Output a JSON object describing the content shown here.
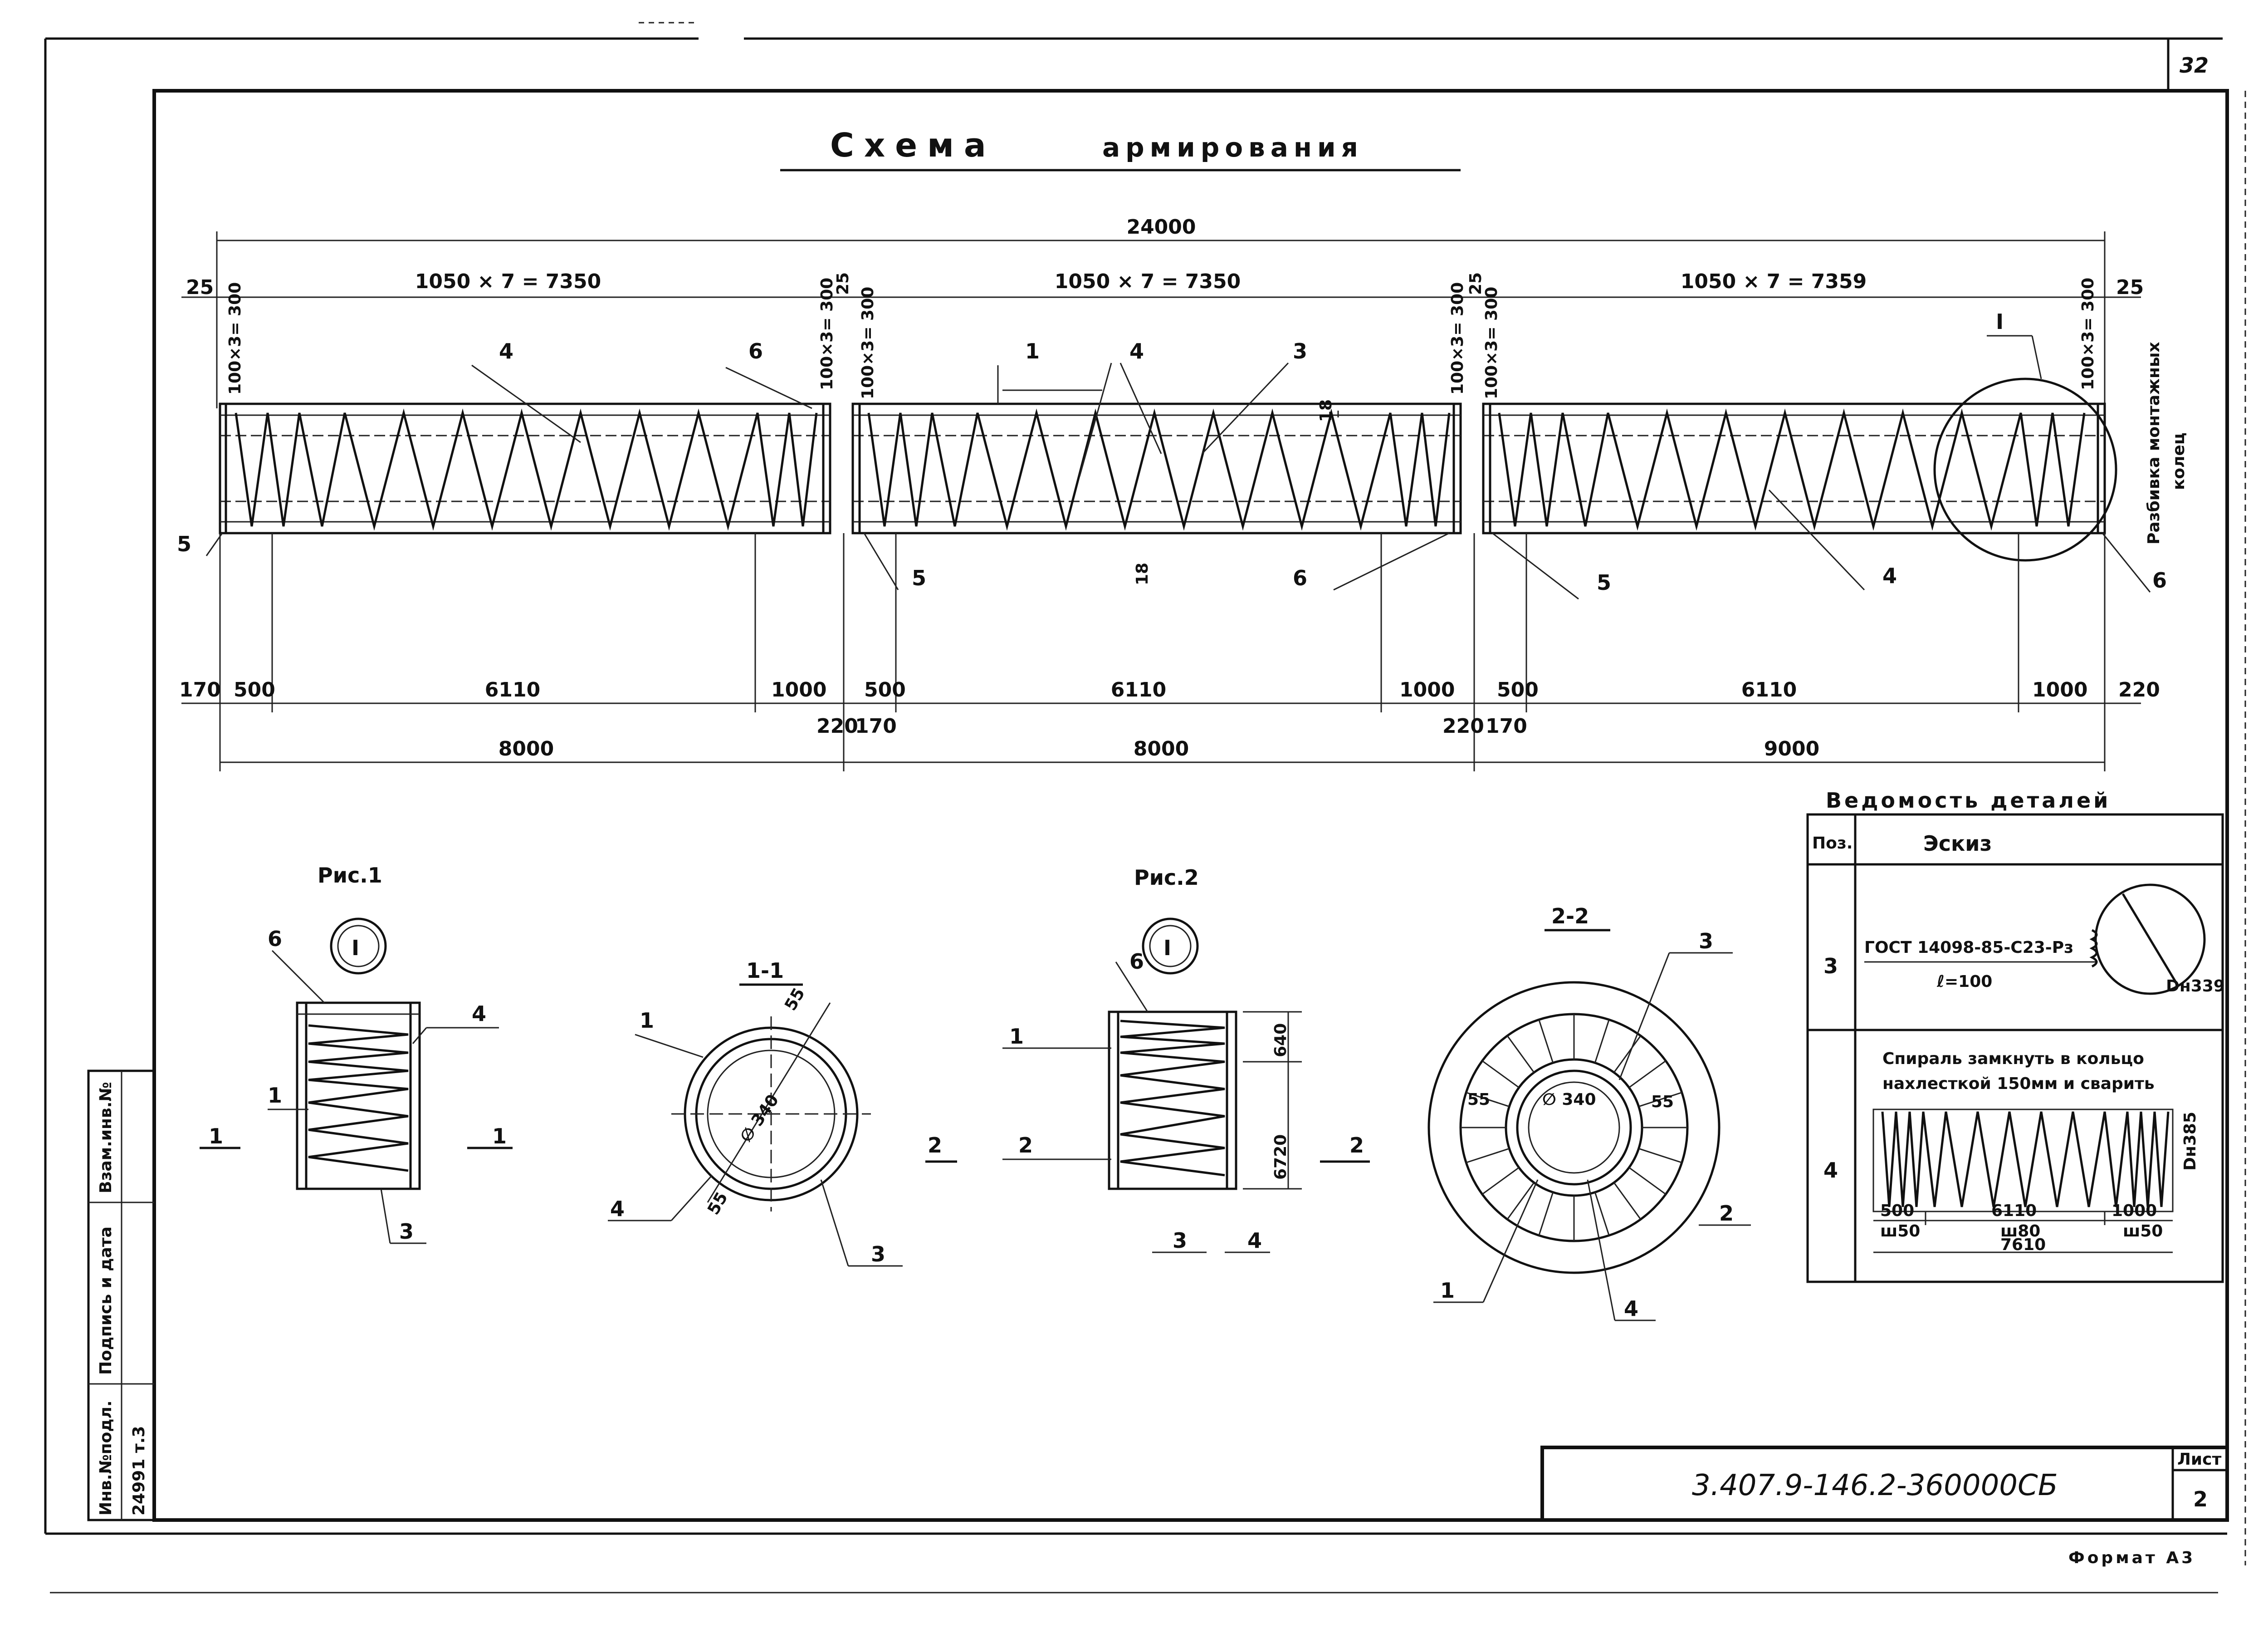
{
  "sheet_corner_number": "32",
  "title_word_1": "Схема",
  "title_word_2": "армирования",
  "overall_length": "24000",
  "segment_formula": [
    "1050 × 7 = 7350",
    "1050 × 7 = 7350",
    "1050 × 7 = 7359"
  ],
  "end_offset_left": "25",
  "end_offset_right": "25",
  "end_spacing": [
    "100×3= 300",
    "100×3= 300",
    "100×3= 300",
    "100×3= 300",
    "100×3= 300",
    "100×3= 300"
  ],
  "small_gap": "25",
  "positions": {
    "p1": "1",
    "p3": "3",
    "p4": "4",
    "p5": "5",
    "p6": "6",
    "p18": "18"
  },
  "side_note": [
    "Разбивка монтажных",
    "колец"
  ],
  "detail_callout": "I",
  "lower_dims": {
    "left_off": "170",
    "seg": [
      "500",
      "6110",
      "1000"
    ],
    "gap": "220",
    "right_off": "220",
    "totals": [
      "8000",
      "8000",
      "9000"
    ]
  },
  "fig1": {
    "title": "Рис.1",
    "callout": "I",
    "labels": [
      "6",
      "4",
      "1",
      "3"
    ],
    "cut": "1"
  },
  "section11": {
    "title": "1-1",
    "dia": "∅ 340",
    "dim": "55",
    "labels": [
      "1",
      "4",
      "3"
    ]
  },
  "fig2": {
    "title": "Рис.2",
    "callout": "I",
    "labels": [
      "6",
      "1",
      "2",
      "3",
      "4"
    ],
    "dims": [
      "640",
      "6720"
    ],
    "cut": "2"
  },
  "section22": {
    "title": "2-2",
    "dia": "∅ 340",
    "dim": "55",
    "labels": [
      "3",
      "2",
      "1",
      "4"
    ]
  },
  "schedule": {
    "title": "Ведомость деталей",
    "col_pos": "Поз.",
    "col_sketch": "Эскиз",
    "rows": [
      {
        "pos": "3",
        "text": "ГОСТ 14098-85-С23-Рз",
        "sub": "ℓ=100",
        "dia": "Dн339"
      },
      {
        "pos": "4",
        "note1": "Спираль замкнуть в кольцо",
        "note2": "нахлесткой 150мм и сварить",
        "dims": [
          "500",
          "6110",
          "1000"
        ],
        "pitch": [
          "ш50",
          "ш80",
          "ш50"
        ],
        "total": "7610",
        "dia": "Dн385"
      }
    ]
  },
  "stamp_side": [
    "Инв.№подл.",
    "Подпись и дата",
    "Взам.инв.№"
  ],
  "stamp_side_value": "24991 т.3",
  "doc_code": "3.407.9-146.2-360000СБ",
  "sheet_label": "Лист",
  "sheet_no": "2",
  "format": "Формат А3",
  "colors": {
    "ink": "#111111",
    "paper": "#ffffff"
  }
}
